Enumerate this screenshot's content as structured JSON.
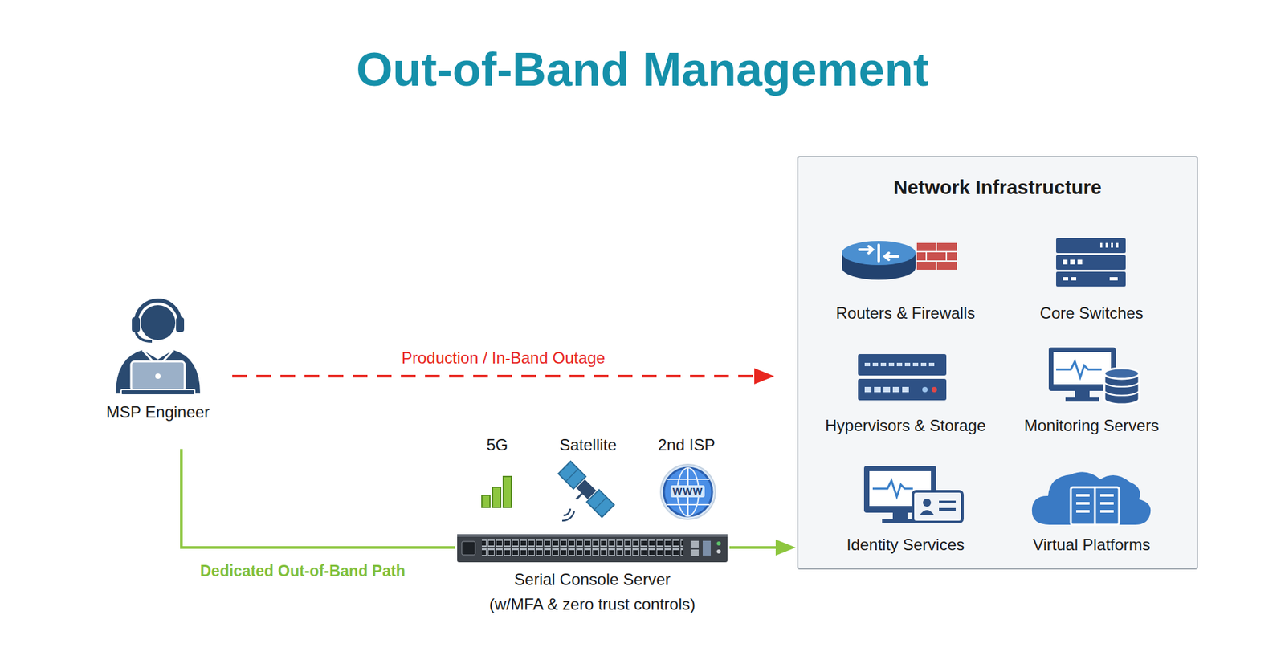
{
  "diagram": {
    "title": "Out-of-Band Management",
    "nodes": [
      {
        "text": [
          "MSP Engineer"
        ]
      },
      {
        "text": [
          "Network Infrastructure"
        ]
      },
      {
        "text": [
          "Routers & Firewalls"
        ],
        "in": 1
      },
      {
        "text": [
          "Core Switches"
        ],
        "in": 1
      },
      {
        "text": [
          "Hypervisors & Storage"
        ],
        "in": 1
      },
      {
        "text": [
          "Monitoring Servers"
        ],
        "in": 1
      },
      {
        "text": [
          "Identity Services"
        ],
        "in": 1
      },
      {
        "text": [
          "Virtual Platforms"
        ],
        "in": 1
      },
      {
        "text": [
          "Serial Console Server",
          "(w/MFA & zero trust controls)"
        ]
      }
    ],
    "edges": [
      {
        "from": 0,
        "to": 1,
        "arrow": "to",
        "label": "Production / In-Band Outage"
      },
      {
        "from": 0,
        "to": 8,
        "arrow": "none",
        "label": "Dedicated Out-of-Band Path"
      },
      {
        "from": 8,
        "to": 1,
        "arrow": "to"
      }
    ],
    "labels": [
      "5G",
      "Satellite",
      "2nd ISP",
      "WWW"
    ]
  }
}
